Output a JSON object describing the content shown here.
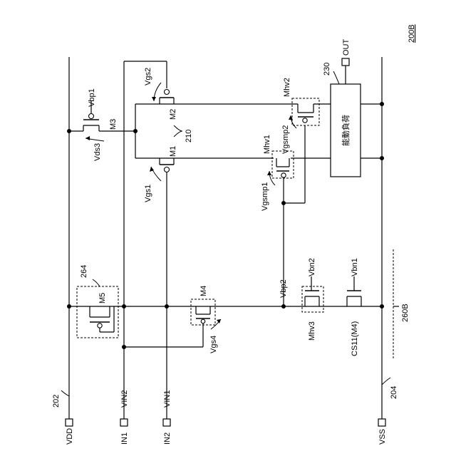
{
  "figure": {
    "figure_id": "200B",
    "ref_202": "202",
    "ref_204": "204",
    "ref_210": "210",
    "ref_230": "230",
    "ref_264": "264",
    "ref_260B": "260B"
  },
  "terminals": {
    "vdd": "VDD",
    "in1": "IN1",
    "in2": "IN2",
    "vss": "VSS",
    "out": "OUT"
  },
  "nodes": {
    "vin2": "VIN2",
    "vin1": "VIN1",
    "vbp1": "Vbp1",
    "vbp2": "Vbp2",
    "vbn1": "Vbn1",
    "vbn2": "Vbn2"
  },
  "transistors": {
    "m1": "M1",
    "m2": "M2",
    "m3": "M3",
    "m4": "M4",
    "m5": "M5",
    "mhv1": "Mhv1",
    "mhv2": "Mhv2",
    "mhv3": "Mhv3",
    "cs11": "CS11(M4)"
  },
  "voltages": {
    "vgs1": "Vgs1",
    "vgs2": "Vgs2",
    "vgs4": "Vgs4",
    "vds3": "Vds3",
    "vgsmp1": "Vgsmp1",
    "vgsmp2": "Vgsmp2"
  },
  "active_load": {
    "label": "能動負荷"
  }
}
